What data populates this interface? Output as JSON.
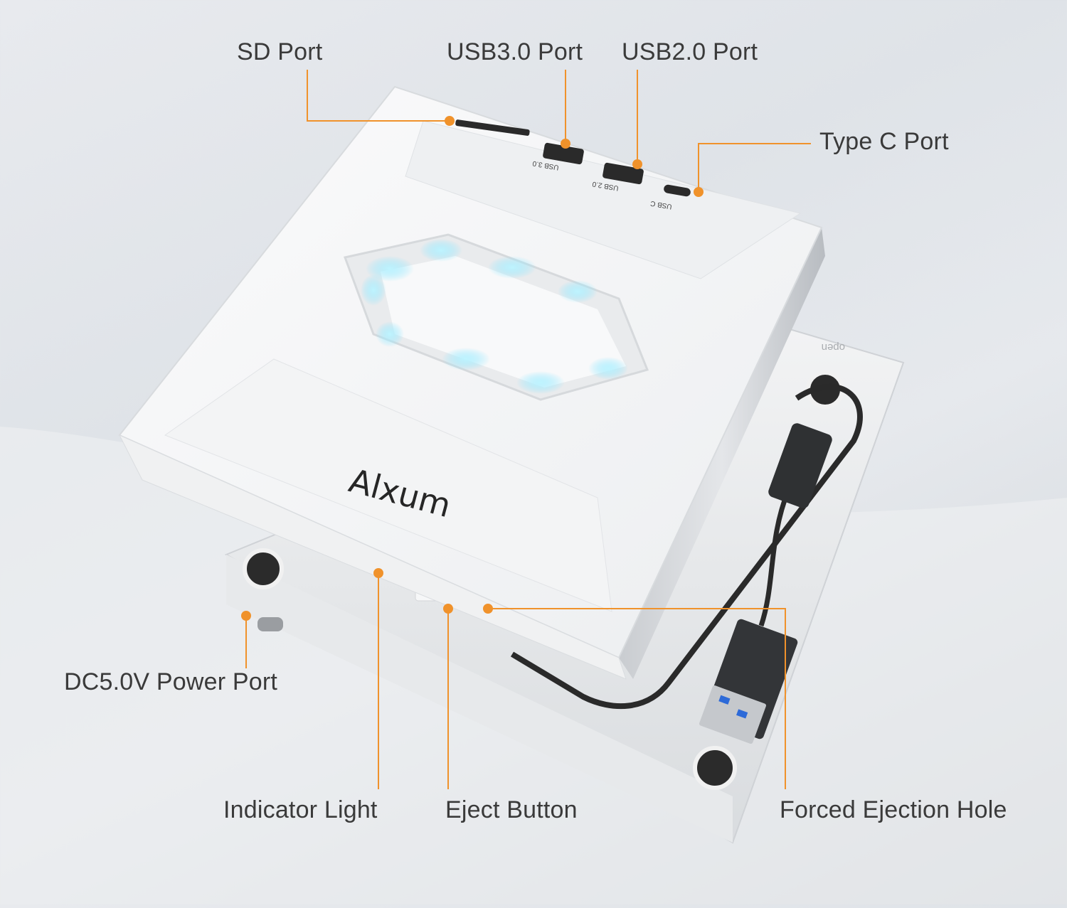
{
  "brand": {
    "logo_text": "Alxum"
  },
  "callouts": {
    "sd_port": "SD Port",
    "usb3_port": "USB3.0 Port",
    "usb2_port": "USB2.0 Port",
    "typec_port": "Type C Port",
    "dc_power_port": "DC5.0V Power Port",
    "indicator_light": "Indicator Light",
    "eject_button": "Eject Button",
    "forced_ejection_hole": "Forced Ejection Hole"
  },
  "port_markings": {
    "usb3": "USB 3.0",
    "usb2": "USB 2.0",
    "usbc": "USB C"
  },
  "tray_marking": "open",
  "colors": {
    "callout_line": "#f0922b",
    "led_blue": "#7fe3ff",
    "indicator_green": "#5fe05a"
  }
}
